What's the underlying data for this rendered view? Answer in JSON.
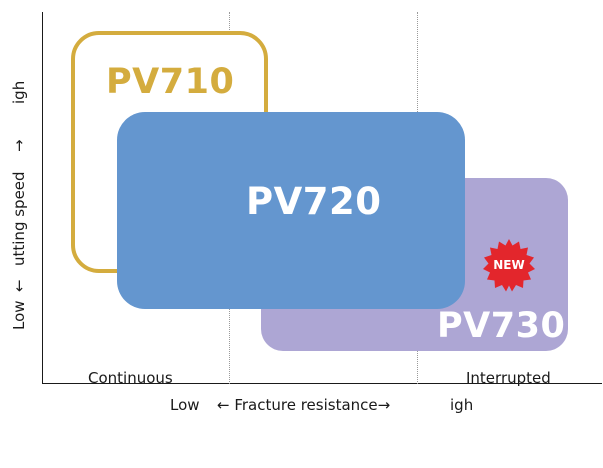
{
  "products": [
    {
      "name": "PV710",
      "color": "#d4ac3e"
    },
    {
      "name": "PV720",
      "color": "#6496cf"
    },
    {
      "name": "PV730",
      "color": "#ada6d4"
    }
  ],
  "badge": {
    "text": "NEW",
    "color": "#e3262c"
  },
  "x_axis": {
    "low": "Low",
    "label": "← Fracture resistance→",
    "high": "igh",
    "categories": [
      "Continuous",
      "Interrupted"
    ]
  },
  "y_axis": {
    "low": "Low",
    "arrow_up_1": "←",
    "label": "utting speed",
    "arrow_up_2": "→",
    "high": "igh"
  }
}
